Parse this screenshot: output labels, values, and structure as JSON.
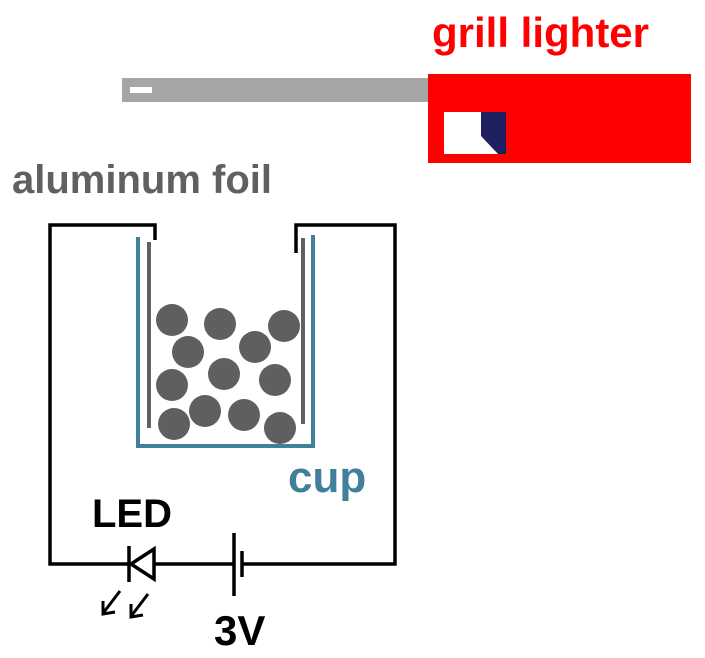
{
  "labels": {
    "grill_lighter": "grill lighter",
    "aluminum_foil": "aluminum foil",
    "cup": "cup",
    "led": "LED",
    "voltage": "3V"
  },
  "colors": {
    "lighter_body": "#ff0000",
    "lighter_rod": "#a6a6a6",
    "lighter_window": "#1f2060",
    "foil": "#606060",
    "cup": "#417f9a",
    "wire": "#000000",
    "beads": "#5f5f5f",
    "text_red": "#ff0000",
    "text_gray": "#606060",
    "text_cup": "#417f9a",
    "text_black": "#000000"
  }
}
